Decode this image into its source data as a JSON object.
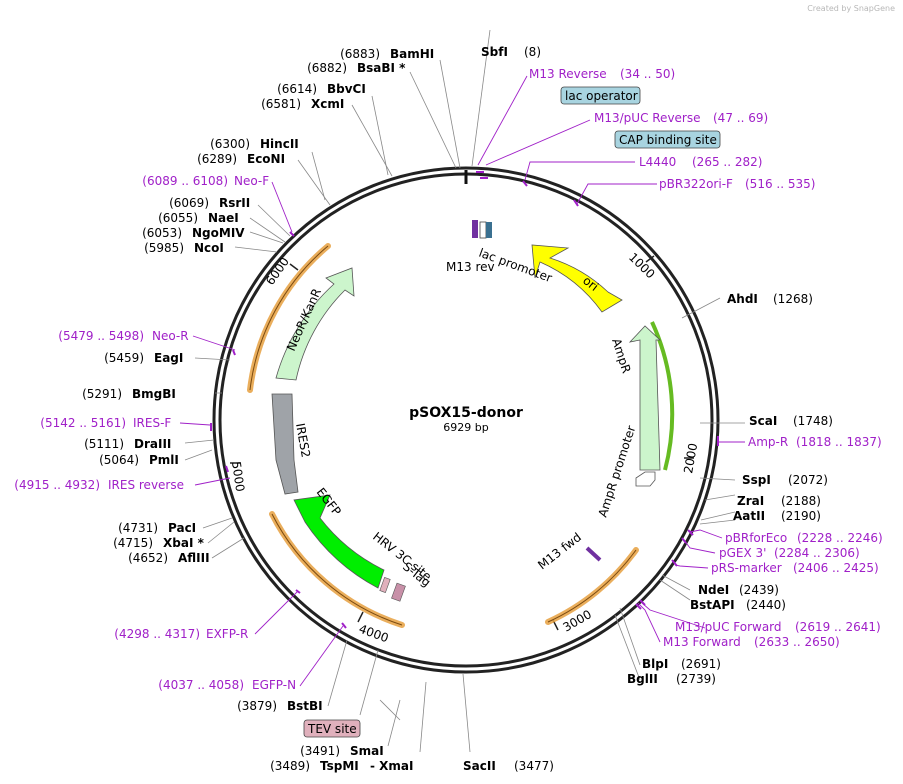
{
  "credit": "Created by SnapGene",
  "plasmid": {
    "name": "pSOX15-donor",
    "length": "6929 bp"
  },
  "tick_labels": [
    "1000",
    "2000",
    "3000",
    "4000",
    "5000",
    "6000"
  ],
  "features": {
    "ori": "ori",
    "lac_promoter": "lac promoter",
    "m13_rev": "M13 rev",
    "ampr": "AmpR",
    "ampr_promoter": "AmpR promoter",
    "m13_fwd": "M13 fwd",
    "neo": "NeoR/KanR",
    "ires2": "IRES2",
    "egfp": "EGFP",
    "hrv": "HRV 3C site",
    "stag": "S-Tag"
  },
  "boxes": {
    "lac_operator": "lac operator",
    "cap_site": "CAP binding site",
    "tev_site": "TEV site"
  },
  "enzymes": {
    "bamhi": {
      "pos": "(6883)",
      "name": "BamHI"
    },
    "bsabi": {
      "pos": "(6882)",
      "name": "BsaBI *"
    },
    "bbvci": {
      "pos": "(6614)",
      "name": "BbvCI"
    },
    "xcmi": {
      "pos": "(6581)",
      "name": "XcmI"
    },
    "hincii": {
      "pos": "(6300)",
      "name": "HincII"
    },
    "econi": {
      "pos": "(6289)",
      "name": "EcoNI"
    },
    "rsrii": {
      "pos": "(6069)",
      "name": "RsrII"
    },
    "naei": {
      "pos": "(6055)",
      "name": "NaeI"
    },
    "ngomiv": {
      "pos": "(6053)",
      "name": "NgoMIV"
    },
    "ncoi": {
      "pos": "(5985)",
      "name": "NcoI"
    },
    "eagi": {
      "pos": "(5459)",
      "name": "EagI"
    },
    "bmgbi": {
      "pos": "(5291)",
      "name": "BmgBI"
    },
    "draiii": {
      "pos": "(5111)",
      "name": "DraIII"
    },
    "pmli": {
      "pos": "(5064)",
      "name": "PmlI"
    },
    "paci": {
      "pos": "(4731)",
      "name": "PacI"
    },
    "xbai": {
      "pos": "(4715)",
      "name": "XbaI *"
    },
    "aflii": {
      "pos": "(4652)",
      "name": "AflIII"
    },
    "bstbi": {
      "pos": "(3879)",
      "name": "BstBI"
    },
    "smai": {
      "pos": "(3491)",
      "name": "SmaI"
    },
    "tspmi": {
      "pos": "(3489)",
      "name": "TspMI"
    },
    "xmai": {
      "pos": "",
      "name": "- XmaI"
    },
    "sacii": {
      "pos": "(3477)",
      "name": "SacII"
    },
    "sbfi": {
      "pos": "(8)",
      "name": "SbfI"
    },
    "ahdi": {
      "pos": "(1268)",
      "name": "AhdI"
    },
    "scai": {
      "pos": "(1748)",
      "name": "ScaI"
    },
    "sspi": {
      "pos": "(2072)",
      "name": "SspI"
    },
    "zrai": {
      "pos": "(2188)",
      "name": "ZraI"
    },
    "aatii": {
      "pos": "(2190)",
      "name": "AatII"
    },
    "ndei": {
      "pos": "(2439)",
      "name": "NdeI"
    },
    "bstapi": {
      "pos": "(2440)",
      "name": "BstAPI"
    },
    "blpi": {
      "pos": "(2691)",
      "name": "BlpI"
    },
    "bglii": {
      "pos": "(2739)",
      "name": "BglII"
    }
  },
  "primers": {
    "m13_reverse": {
      "name": "M13 Reverse",
      "range": "(34 .. 50)"
    },
    "m13puc_reverse": {
      "name": "M13/pUC Reverse",
      "range": "(47 .. 69)"
    },
    "l4440": {
      "name": "L4440",
      "range": "(265 .. 282)"
    },
    "pbr322ori": {
      "name": "pBR322ori-F",
      "range": "(516 .. 535)"
    },
    "amp_r": {
      "name": "Amp-R",
      "range": "(1818 .. 1837)"
    },
    "pbrforeco": {
      "name": "pBRforEco",
      "range": "(2228 .. 2246)"
    },
    "pgex3": {
      "name": "pGEX 3'",
      "range": "(2284 .. 2306)"
    },
    "prs_marker": {
      "name": "pRS-marker",
      "range": "(2406 .. 2425)"
    },
    "m13puc_forward": {
      "name": "M13/pUC Forward",
      "range": "(2619 .. 2641)"
    },
    "m13_forward": {
      "name": "M13 Forward",
      "range": "(2633 .. 2650)"
    },
    "neo_f": {
      "range": "(6089 .. 6108)",
      "name": "Neo-F"
    },
    "neo_r": {
      "range": "(5479 .. 5498)",
      "name": "Neo-R"
    },
    "ires_f": {
      "range": "(5142 .. 5161)",
      "name": "IRES-F"
    },
    "ires_reverse": {
      "range": "(4915 .. 4932)",
      "name": "IRES reverse"
    },
    "exfp_r": {
      "range": "(4298 .. 4317)",
      "name": "EXFP-R"
    },
    "egfp_n": {
      "range": "(4037 .. 4058)",
      "name": "EGFP-N"
    }
  },
  "colors": {
    "ori": "#ffff00",
    "ampr": "#ccf5cc",
    "neo": "#ccf5cc",
    "egfp": "#00ee00",
    "ires2": "#9fa3a8",
    "orf_band": "#e6a040",
    "primer": "#a020c8",
    "box_blue": "#a8d4e0",
    "box_pink": "#e0b0bc"
  }
}
